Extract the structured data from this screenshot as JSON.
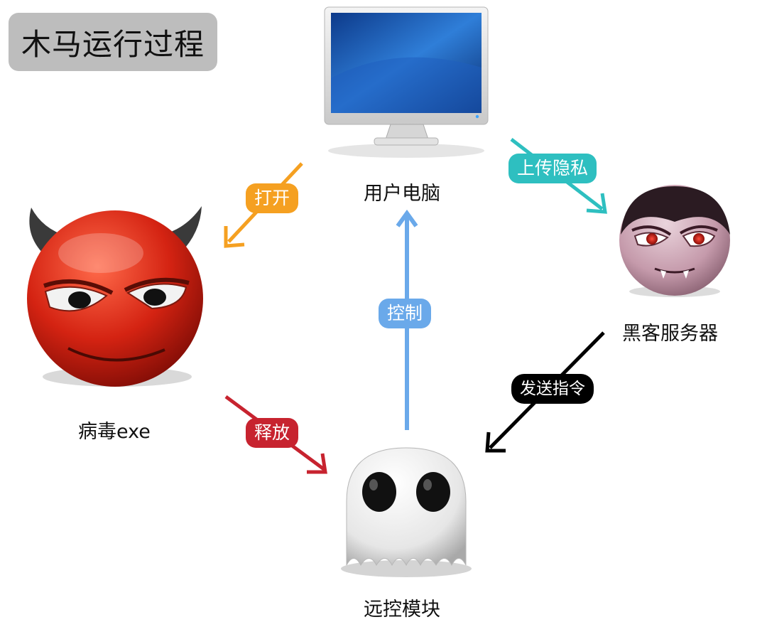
{
  "title": "木马运行过程",
  "nodes": {
    "computer": {
      "label": "用户电脑"
    },
    "virus": {
      "label": "病毒exe"
    },
    "hacker": {
      "label": "黑客服务器"
    },
    "ghost": {
      "label": "远控模块"
    }
  },
  "edges": {
    "open": {
      "label": "打开",
      "color": "#f5a021"
    },
    "upload": {
      "label": "上传隐私",
      "color": "#2ebfc0"
    },
    "control": {
      "label": "控制",
      "color": "#6aa9ea"
    },
    "release": {
      "label": "释放",
      "color": "#c7232f"
    },
    "command": {
      "label": "发送指令",
      "color": "#000000"
    }
  }
}
